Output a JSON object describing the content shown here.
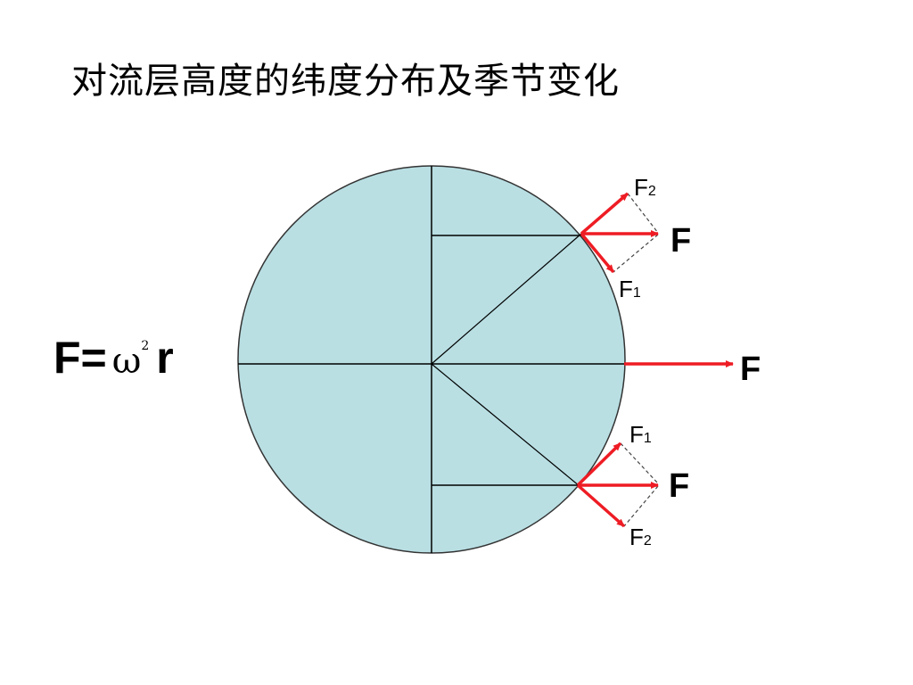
{
  "title": "对流层高度的纬度分布及季节变化",
  "formula": {
    "main": "F=",
    "omega": "ω",
    "power": "2",
    "radius": "r"
  },
  "labels": {
    "force": "F",
    "component_letter": "F",
    "component_1": "1",
    "component_2": "2"
  },
  "colors": {
    "circle_fill": "#b9dfe3",
    "arrow": "#ee1c24",
    "line": "#000000"
  }
}
